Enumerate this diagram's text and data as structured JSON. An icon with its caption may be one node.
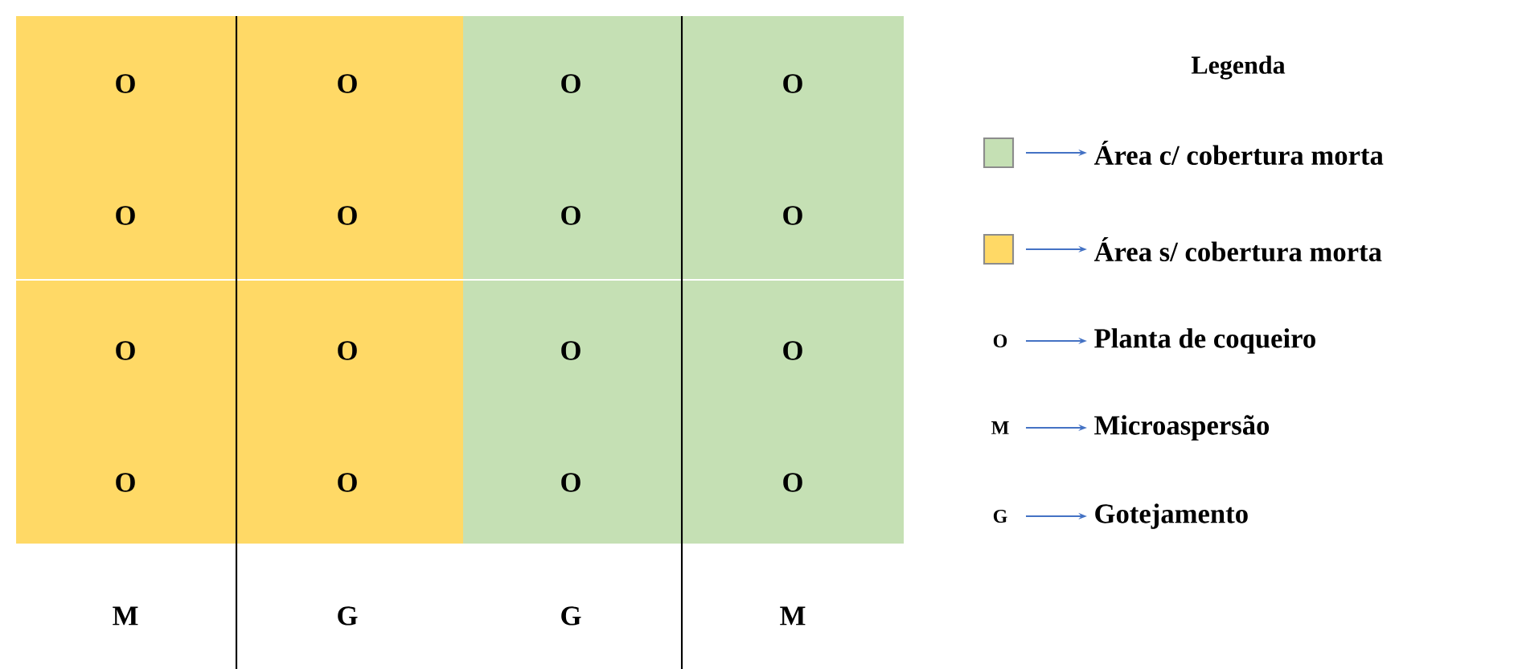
{
  "diagram": {
    "labels": [
      "O",
      "O",
      "O",
      "O",
      "O",
      "O",
      "O",
      "O",
      "O",
      "O",
      "O",
      "O",
      "O",
      "O",
      "O",
      "O",
      "M",
      "G",
      "G",
      "M",
      "Legenda",
      "O",
      "M",
      "G"
    ],
    "legend": [
      {
        "text": "Área c/ cobertura morta",
        "color": "#c5e0b4"
      },
      {
        "text": "Área s/ cobertura morta",
        "color": "#ffd966"
      },
      {
        "text": "Planta de coqueiro"
      },
      {
        "text": "Microaspersão"
      },
      {
        "text": "Gotejamento"
      }
    ]
  }
}
